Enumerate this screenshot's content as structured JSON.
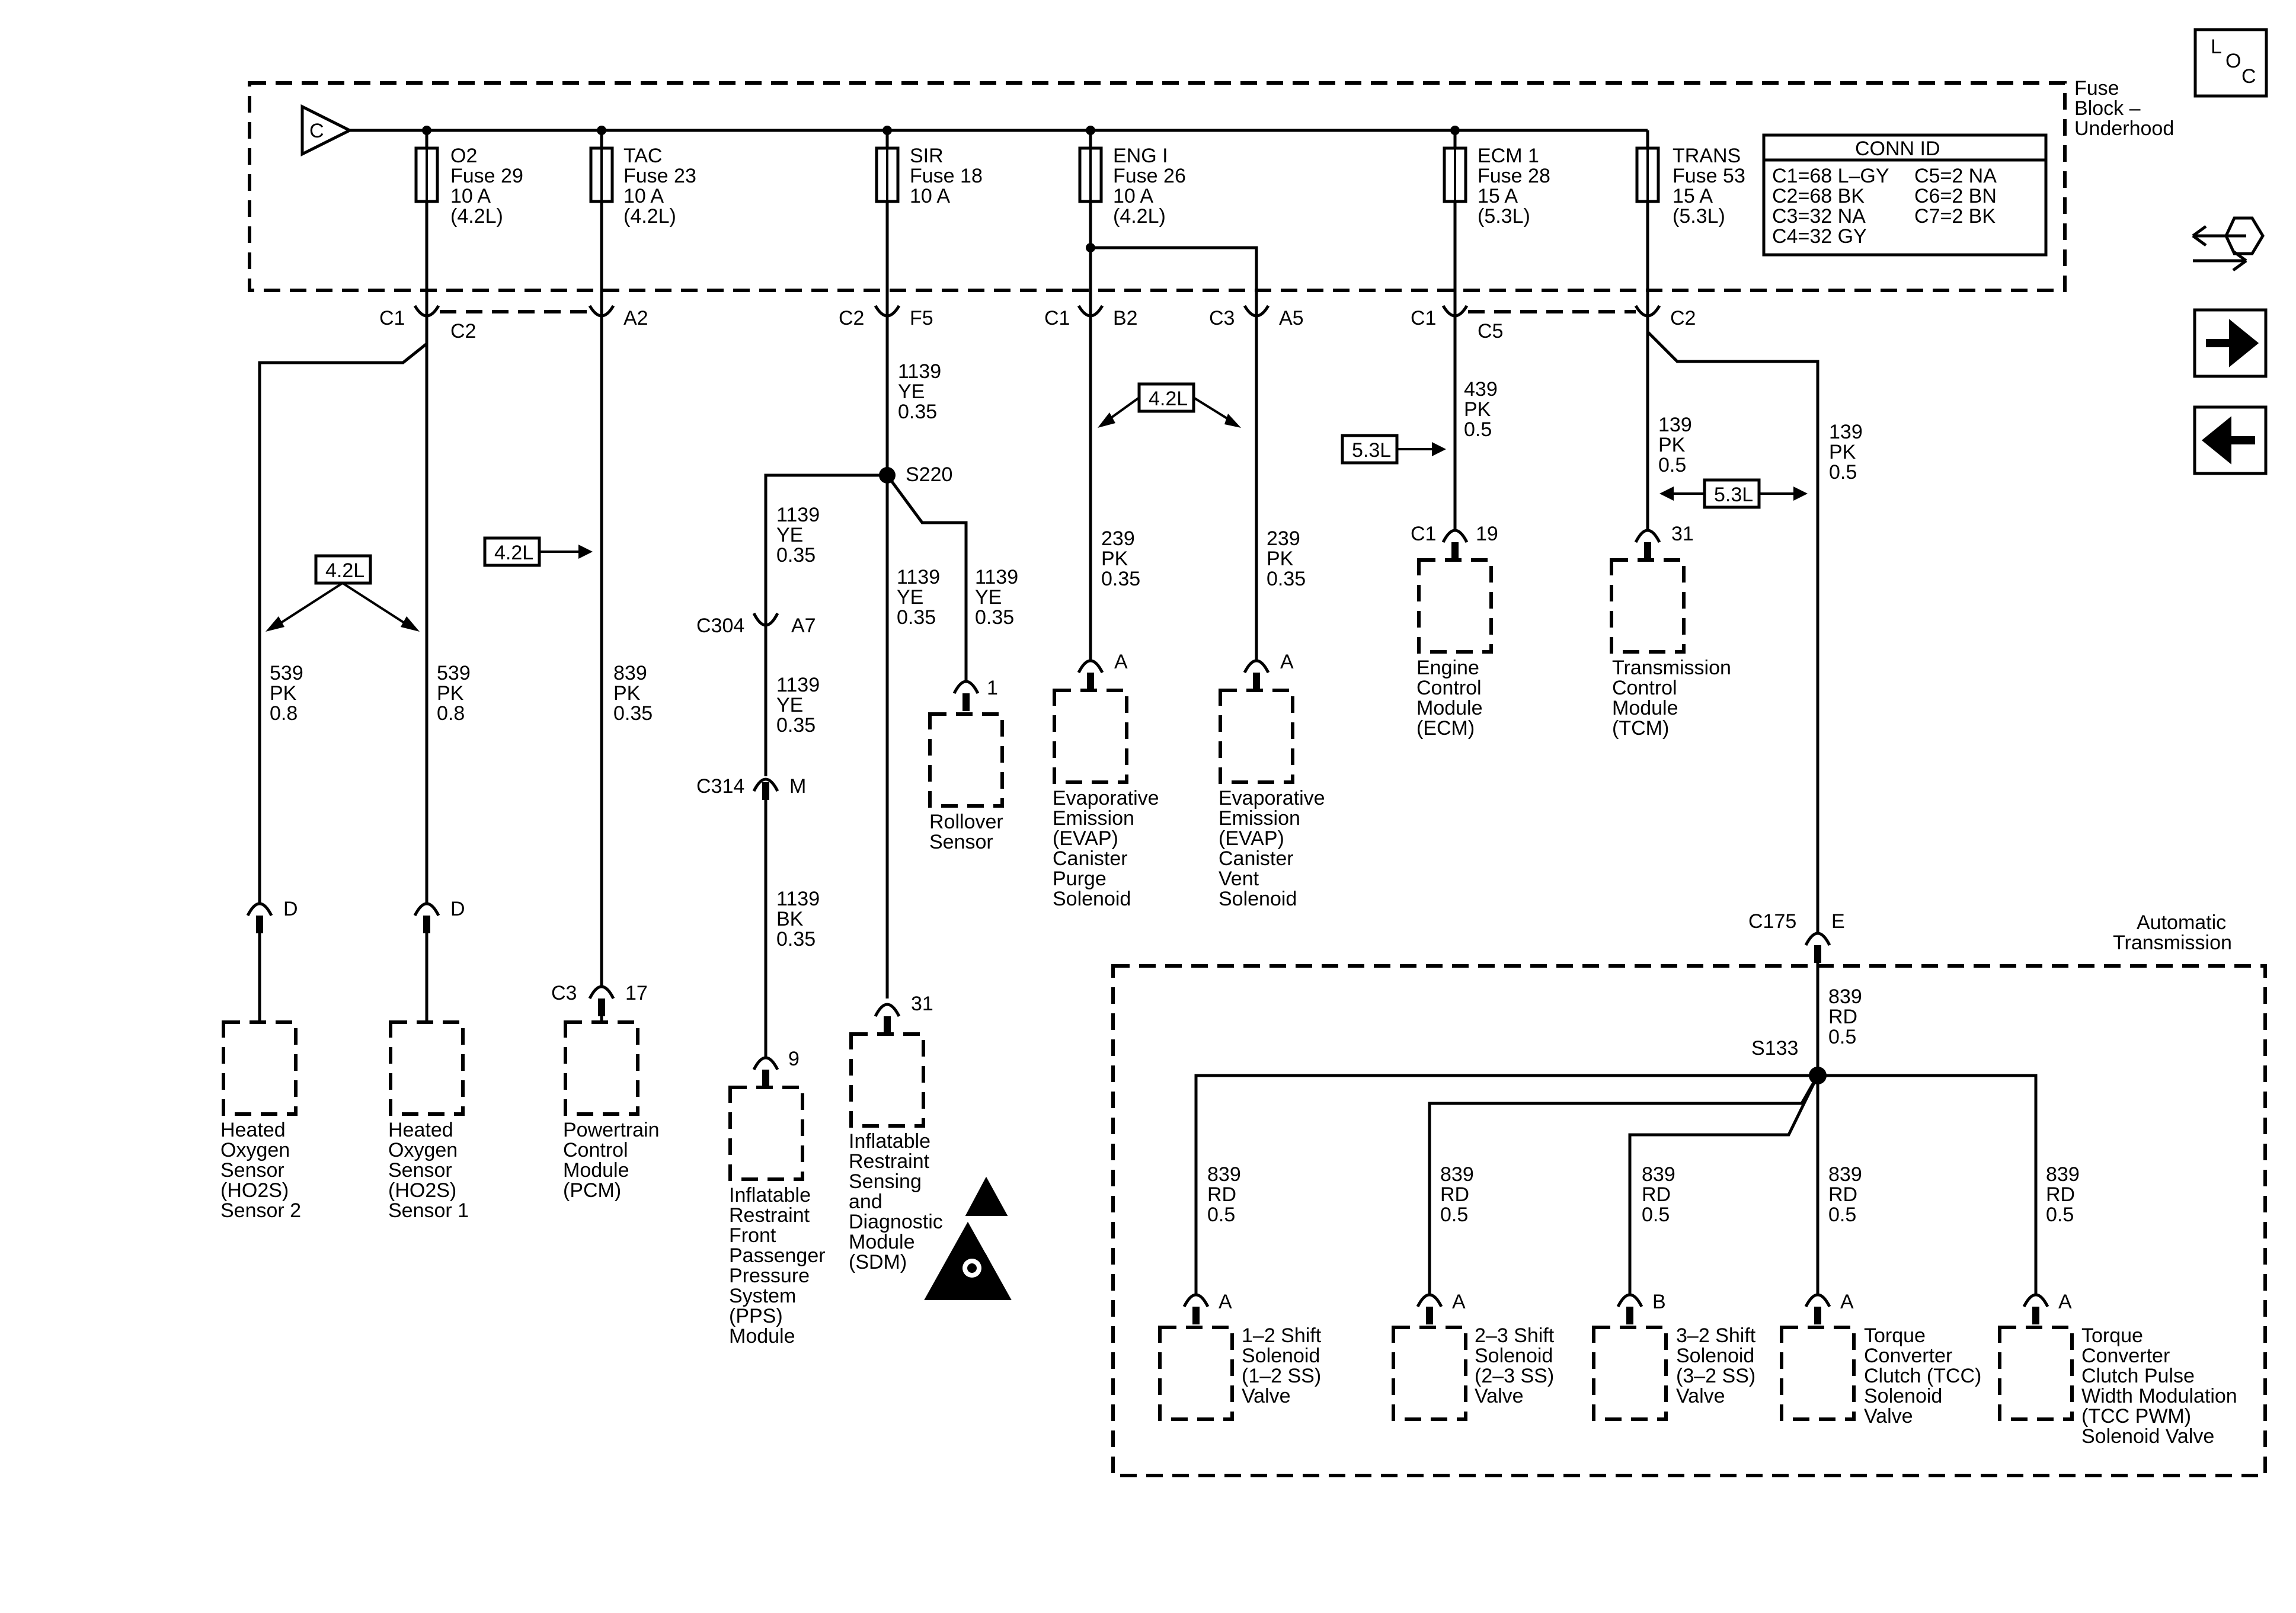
{
  "loc_icon": {
    "l": "L",
    "o": "O",
    "c": "C"
  },
  "fuse_block": {
    "label_lines": [
      "Fuse",
      "Block –",
      "Underhood"
    ],
    "source_label": "C"
  },
  "fuses": {
    "o2": [
      "O2",
      "Fuse 29",
      "10 A",
      "(4.2L)"
    ],
    "tac": [
      "TAC",
      "Fuse 23",
      "10 A",
      "(4.2L)"
    ],
    "sir": [
      "SIR",
      "Fuse 18",
      "10 A"
    ],
    "eng": [
      "ENG I",
      "Fuse 26",
      "10 A",
      "(4.2L)"
    ],
    "ecm": [
      "ECM 1",
      "Fuse 28",
      "15 A",
      "(5.3L)"
    ],
    "trans": [
      "TRANS",
      "Fuse 53",
      "15 A",
      "(5.3L)"
    ]
  },
  "conn_id": {
    "title": "CONN ID",
    "left": [
      "C1=68 L–GY",
      "C2=68 BK",
      "C3=32 NA",
      "C4=32 GY"
    ],
    "right": [
      "C5=2 NA",
      "C6=2 BN",
      "C7=2 BK"
    ]
  },
  "connectors": {
    "c1": "C1",
    "c2": "C2",
    "c3": "C3",
    "c304": "C304",
    "c314": "C314",
    "c175": "C175",
    "a2": "A2",
    "f5": "F5",
    "b2": "B2",
    "a5": "A5",
    "c5": "C5",
    "a7": "A7",
    "m": "M",
    "d": "D",
    "a": "A",
    "b": "B",
    "e": "E",
    "p17": "17",
    "p19": "19",
    "p31": "31",
    "p1": "1",
    "p9": "9"
  },
  "splices": {
    "s220": "S220",
    "s133": "S133"
  },
  "wires": {
    "w539": [
      "539",
      "PK",
      "0.8"
    ],
    "w839pk": [
      "839",
      "PK",
      "0.35"
    ],
    "w1139ye": [
      "1139",
      "YE",
      "0.35"
    ],
    "w1139bk": [
      "1139",
      "BK",
      "0.35"
    ],
    "w239": [
      "239",
      "PK",
      "0.35"
    ],
    "w439": [
      "439",
      "PK",
      "0.5"
    ],
    "w139": [
      "139",
      "PK",
      "0.5"
    ],
    "w839rd": [
      "839",
      "RD",
      "0.5"
    ]
  },
  "options": {
    "l42": "4.2L",
    "l53": "5.3L"
  },
  "components": {
    "ho2s2": [
      "Heated",
      "Oxygen",
      "Sensor",
      "(HO2S)",
      "Sensor 2"
    ],
    "ho2s1": [
      "Heated",
      "Oxygen",
      "Sensor",
      "(HO2S)",
      "Sensor 1"
    ],
    "pcm": [
      "Powertrain",
      "Control",
      "Module",
      "(PCM)"
    ],
    "pps": [
      "Inflatable",
      "Restraint",
      "Front",
      "Passenger",
      "Pressure",
      "System",
      "(PPS)",
      "Module"
    ],
    "sdm": [
      "Inflatable",
      "Restraint",
      "Sensing",
      "and",
      "Diagnostic",
      "Module",
      "(SDM)"
    ],
    "rollover": [
      "Rollover",
      "Sensor"
    ],
    "evap_purge": [
      "Evaporative",
      "Emission",
      "(EVAP)",
      "Canister",
      "Purge",
      "Solenoid"
    ],
    "evap_vent": [
      "Evaporative",
      "Emission",
      "(EVAP)",
      "Canister",
      "Vent",
      "Solenoid"
    ],
    "ecm": [
      "Engine",
      "Control",
      "Module",
      "(ECM)"
    ],
    "tcm": [
      "Transmission",
      "Control",
      "Module",
      "(TCM)"
    ],
    "ss12": [
      "1–2 Shift",
      "Solenoid",
      "(1–2 SS)",
      "Valve"
    ],
    "ss23": [
      "2–3 Shift",
      "Solenoid",
      "(2–3 SS)",
      "Valve"
    ],
    "ss32": [
      "3–2 Shift",
      "Solenoid",
      "(3–2 SS)",
      "Valve"
    ],
    "tcc": [
      "Torque",
      "Converter",
      "Clutch (TCC)",
      "Solenoid",
      "Valve"
    ],
    "tccpwm": [
      "Torque",
      "Converter",
      "Clutch Pulse",
      "Width Modulation",
      "(TCC PWM)",
      "Solenoid Valve"
    ]
  },
  "auto_trans": {
    "label_lines": [
      "Automatic",
      "Transmission"
    ]
  },
  "icons": {
    "airbag": "airbag-warning-icon",
    "service": "service-tools-icon",
    "next": "right-arrow-icon",
    "prev": "left-arrow-icon"
  }
}
